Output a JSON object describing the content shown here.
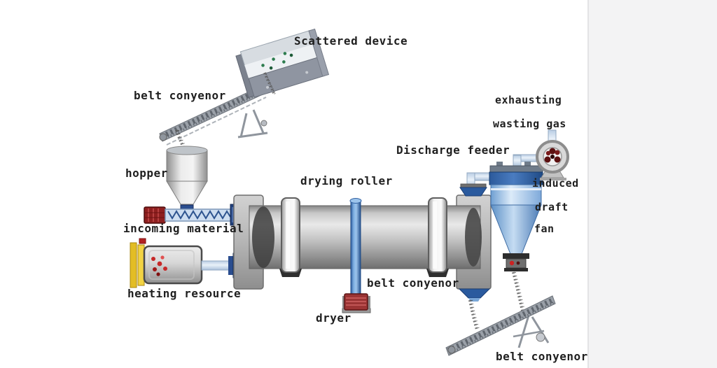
{
  "diagram": {
    "labels": {
      "scattered_device": "Scattered device",
      "belt_conveyor_top": "belt conyenor",
      "hopper": "hopper",
      "incoming_material": "incoming material",
      "heating_resource": "heating resource",
      "drying_roller": "drying roller",
      "belt_conveyor_mid": "belt conyenor",
      "dryer": "dryer",
      "discharge_feeder": "Discharge feeder",
      "exhaust_line1": "exhausting",
      "exhaust_line2": "wasting gas",
      "fan_line1": "induced",
      "fan_line2": "draft",
      "fan_line3": "fan",
      "belt_conveyor_bottom": "belt conyenor"
    },
    "colors": {
      "machine_gray": "#b9b9b9",
      "cyclone_blue": "#4a7ab5",
      "pipe_blue": "#d8e4f2",
      "flange_navy": "#1f3f7a",
      "motor_red": "#8b1d1d",
      "heater_yellow": "#e8c427",
      "flame_red": "#c62828",
      "fan_blade_maroon": "#5c1010",
      "particle_green": "#2e7d4f",
      "text": "#1f1f1f",
      "canvas": "#ffffff",
      "side_panel": "#f3f3f4"
    }
  }
}
